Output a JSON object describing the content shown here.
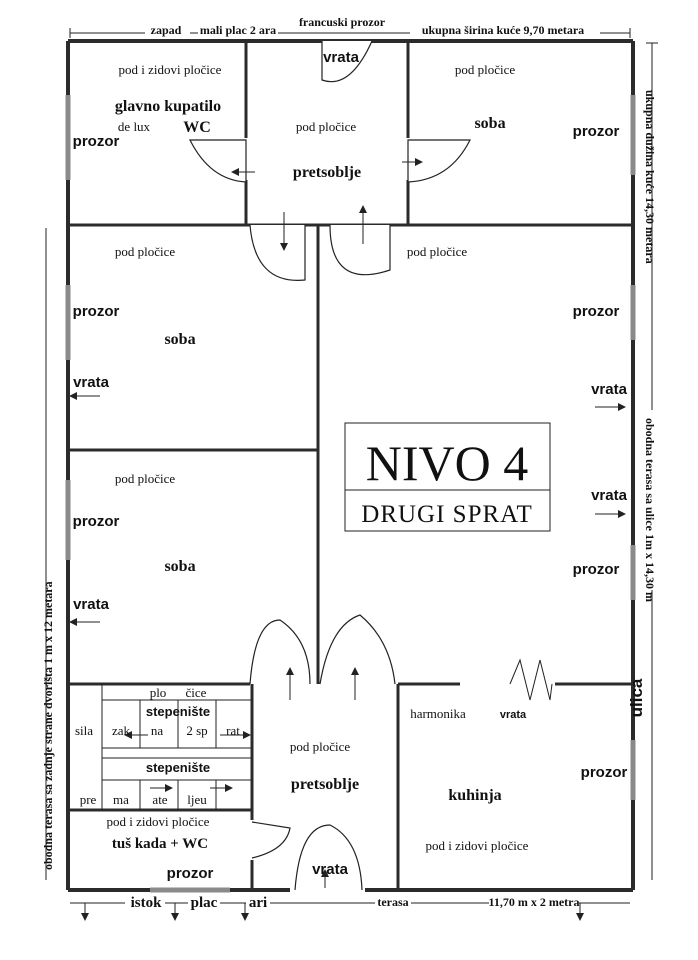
{
  "top": {
    "zapad": "zapad",
    "mali_plac": "mali plac 2 ara",
    "francuski": "francuski prozor",
    "sirina": "ukupna širina kuće 9,70 metara"
  },
  "right": {
    "duzina": "ukupna dužina kuće 14,30 metara",
    "terasa_ulice": "obodna terasa sa ulice 1m x 14,30 m",
    "ulica": "ulica"
  },
  "left": {
    "terasa_dvoriste": "obodna terasa sa zadnje strane dvorišta 1 m x 12 metara"
  },
  "bottom": {
    "istok": "istok",
    "plac": "plac",
    "ari": "ari",
    "terasa": "terasa",
    "dim": "11,70 m x 2 metra"
  },
  "common": {
    "pod_plocice": "pod pločice",
    "pod_zidovi": "pod i zidovi pločice",
    "prozor": "prozor",
    "vrata": "vrata",
    "soba": "soba",
    "pretsoblje": "pretsoblje"
  },
  "rooms": {
    "bath_title": "glavno kupatilo",
    "bath_wc": "WC",
    "bath_delux": "de lux",
    "kitchen": "kuhinja",
    "harmonika": "harmonika",
    "small_bath": "tuš kada + WC"
  },
  "stairs": {
    "plo": "plo",
    "cice": "čice",
    "title": "stepenište",
    "sila": "sila",
    "zak": "zak",
    "na": "na",
    "sp": "2 sp",
    "rat": "rat",
    "pre": "pre",
    "ma": "ma",
    "ate": "ate",
    "ljeu": "ljeu"
  },
  "level": {
    "title": "NIVO 4",
    "subtitle": "DRUGI SPRAT"
  }
}
